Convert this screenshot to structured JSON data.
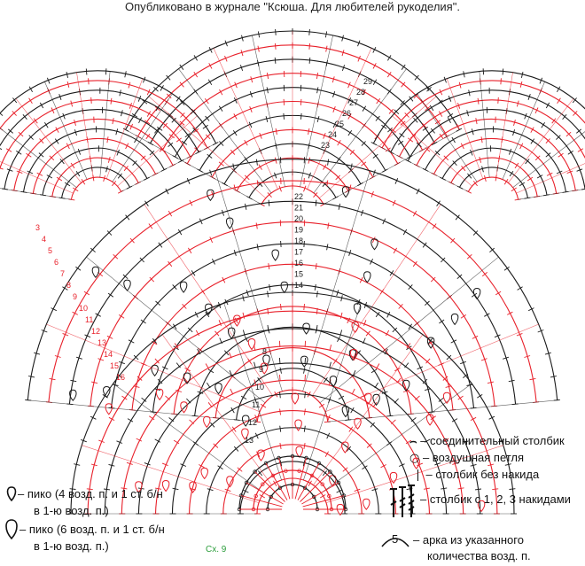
{
  "header": {
    "caption": "Опубликовано в журнале \"Ксюша. Для любителей рукоделия\"."
  },
  "diagram": {
    "label": "Сх. 9",
    "colors": {
      "red": "#e8202a",
      "black": "#1a1a1a",
      "green": "#2a9d3a"
    },
    "top_row_numbers": [
      "23",
      "24",
      "25",
      "26",
      "27",
      "28",
      "29"
    ],
    "middle_row_numbers": [
      "14",
      "15",
      "16",
      "17",
      "18",
      "19",
      "20",
      "21",
      "22"
    ],
    "lower_row_numbers": [
      "8",
      "9",
      "10",
      "11",
      "12",
      "13"
    ],
    "arc_counts": [
      "3",
      "4",
      "5",
      "6",
      "7",
      "8",
      "9",
      "10",
      "11",
      "12",
      "13",
      "14",
      "15",
      "16"
    ]
  },
  "legend": {
    "slip_stitch": "– соединительный столбик",
    "chain": "– воздушная петля",
    "sc": "– столбик без накида",
    "dc": "– столбик с 1, 2, 3 накидами",
    "arch": "– арка из указанного",
    "arch_cont": "количества возд. п.",
    "arch_number": "5",
    "picot4_line1": "– пико (4 возд. п. и 1 ст. б/н",
    "picot4_line2": "в 1-ю возд. п.)",
    "picot6_line1": "– пико (6 возд. п. и 1 ст. б/н",
    "picot6_line2": "в 1-ю возд. п.)"
  }
}
